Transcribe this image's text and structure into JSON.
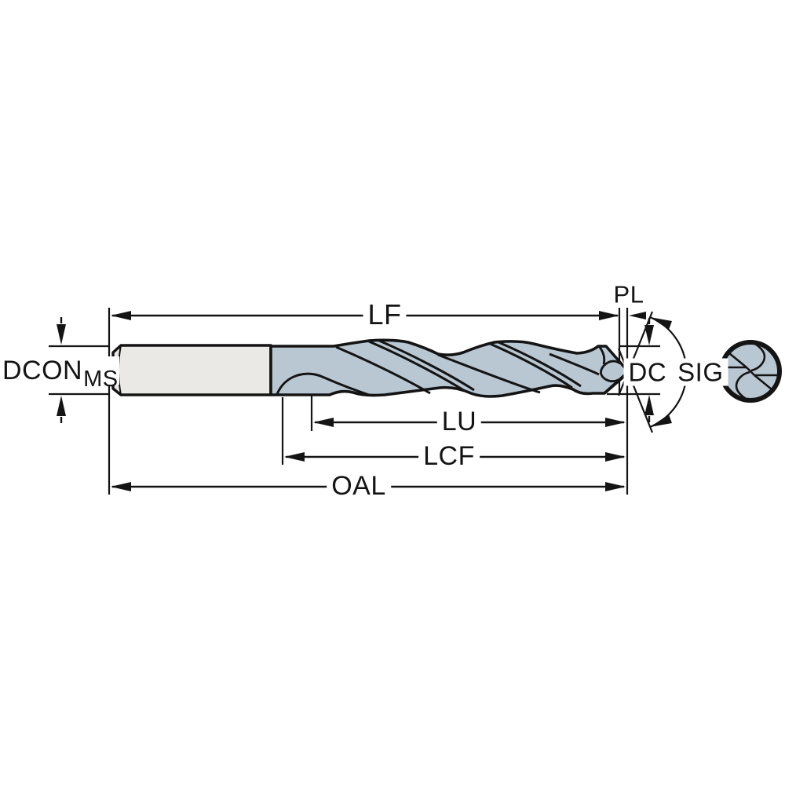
{
  "page": {
    "background_color": "#FFFFFF"
  },
  "diagram": {
    "type": "technical-drawing",
    "subject": "twist-drill-dimension-diagram",
    "views": {
      "side_view": "drill side profile with shank and fluted cutting section",
      "end_view": "drill point end view circle"
    },
    "labels": {
      "lf": "LF",
      "pl": "PL",
      "dcon": "DCON",
      "dcon_subscript": "MS",
      "dc": "DC",
      "sig": "SIG",
      "lu": "LU",
      "lcf": "LCF",
      "oal": "OAL"
    },
    "colors": {
      "line_color": "#141414",
      "shank_fill": "#EBE9E6",
      "flute_fill": "#B9C7D2",
      "background": "#FFFFFF"
    }
  }
}
